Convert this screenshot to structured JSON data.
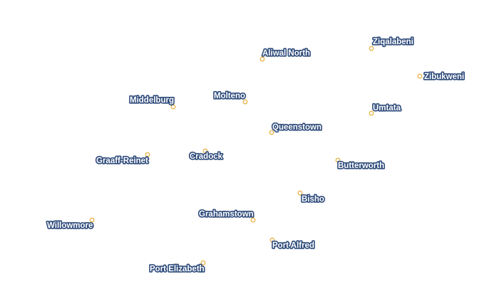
{
  "map": {
    "colors": {
      "background": "#ffffff",
      "marker_stroke": "#e8b44a",
      "label_fill": "#ffffff",
      "label_halo": "#2d4a7a"
    },
    "cities": [
      {
        "id": "ziqalabeni",
        "name": "Ziqalabeni"
      },
      {
        "id": "aliwal-north",
        "name": "Aliwal North"
      },
      {
        "id": "zibukweni",
        "name": "Zibukweni"
      },
      {
        "id": "middelburg",
        "name": "Middelburg"
      },
      {
        "id": "molteno",
        "name": "Molteno"
      },
      {
        "id": "umtata",
        "name": "Umtata"
      },
      {
        "id": "queenstown",
        "name": "Queenstown"
      },
      {
        "id": "cradock",
        "name": "Cradock"
      },
      {
        "id": "graaff-reinet",
        "name": "Graaff-Reinet"
      },
      {
        "id": "butterworth",
        "name": "Butterworth"
      },
      {
        "id": "bisho",
        "name": "Bisho"
      },
      {
        "id": "grahamstown",
        "name": "Grahamstown"
      },
      {
        "id": "willowmore",
        "name": "Willowmore"
      },
      {
        "id": "port-alfred",
        "name": "Port Alfred"
      },
      {
        "id": "port-elizabeth",
        "name": "Port Elizabeth"
      }
    ]
  }
}
